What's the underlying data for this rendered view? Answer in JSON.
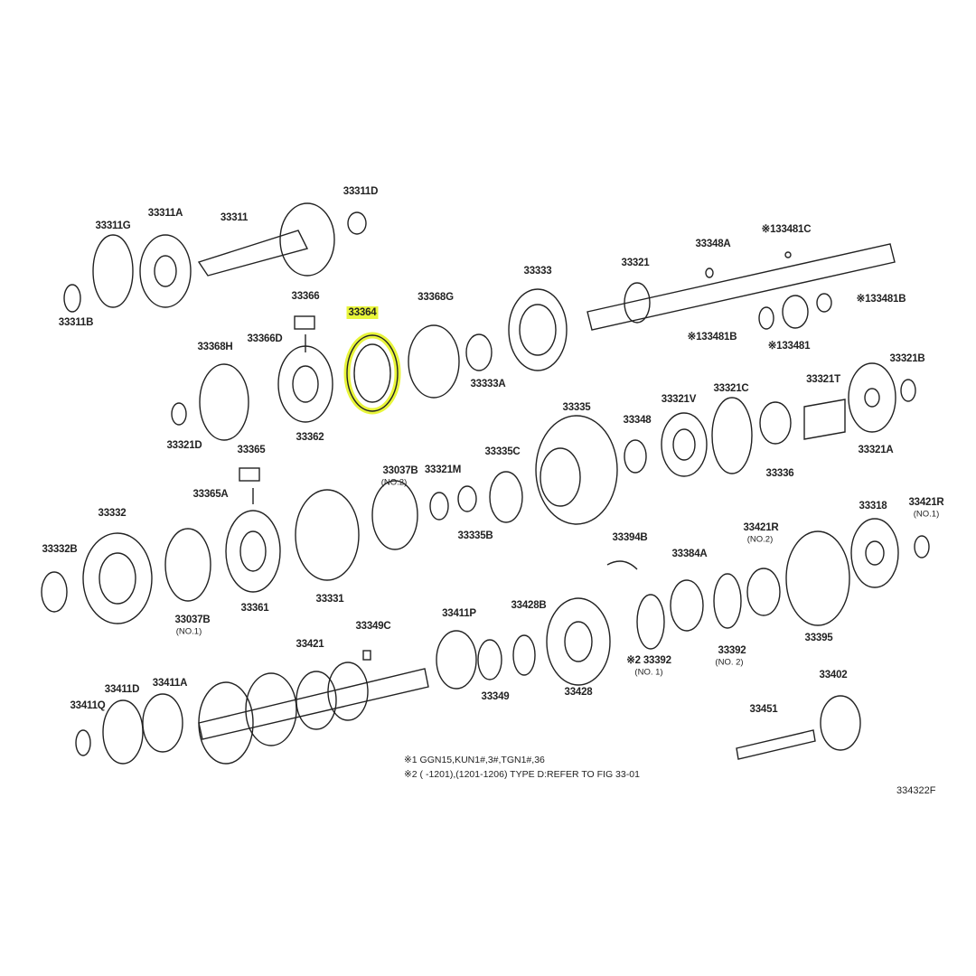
{
  "highlight_color": "#e8f53a",
  "labels": [
    "33311D",
    "33311G",
    "33311A",
    "33311",
    "33311B",
    "33366",
    "33364",
    "33368G",
    "33333",
    "33321",
    "33348A",
    "※133481C",
    "※133481B",
    "※133481B",
    "※133481",
    "33366D",
    "33368H",
    "33333A",
    "33362",
    "33321D",
    "33321B",
    "33321T",
    "33321C",
    "33321V",
    "33335",
    "33348",
    "33321A",
    "33336",
    "33365",
    "33037B",
    "33321M",
    "33335C",
    "33365A",
    "33332",
    "33318",
    "33421R",
    "33421R",
    "33394B",
    "33384A",
    "33332B",
    "33335B",
    "33361",
    "33331",
    "33037B",
    "33411P",
    "33428B",
    "33349C",
    "33392",
    "※2 33392",
    "33395",
    "33421",
    "33402",
    "33411D",
    "33411A",
    "33349",
    "33428",
    "33451",
    "33411Q"
  ],
  "sublabels": [
    "(NO.2)",
    "(NO.1)",
    "(NO.2)",
    "(NO.1)",
    "(NO. 2)",
    "(NO. 1)"
  ],
  "notes": [
    "※1 GGN15,KUN1#,3#,TGN1#,36",
    "※2 (        -1201),(1201-1206) TYPE D:REFER TO FIG 33-01"
  ],
  "figure_code": "334322F",
  "highlighted_part": "33364"
}
